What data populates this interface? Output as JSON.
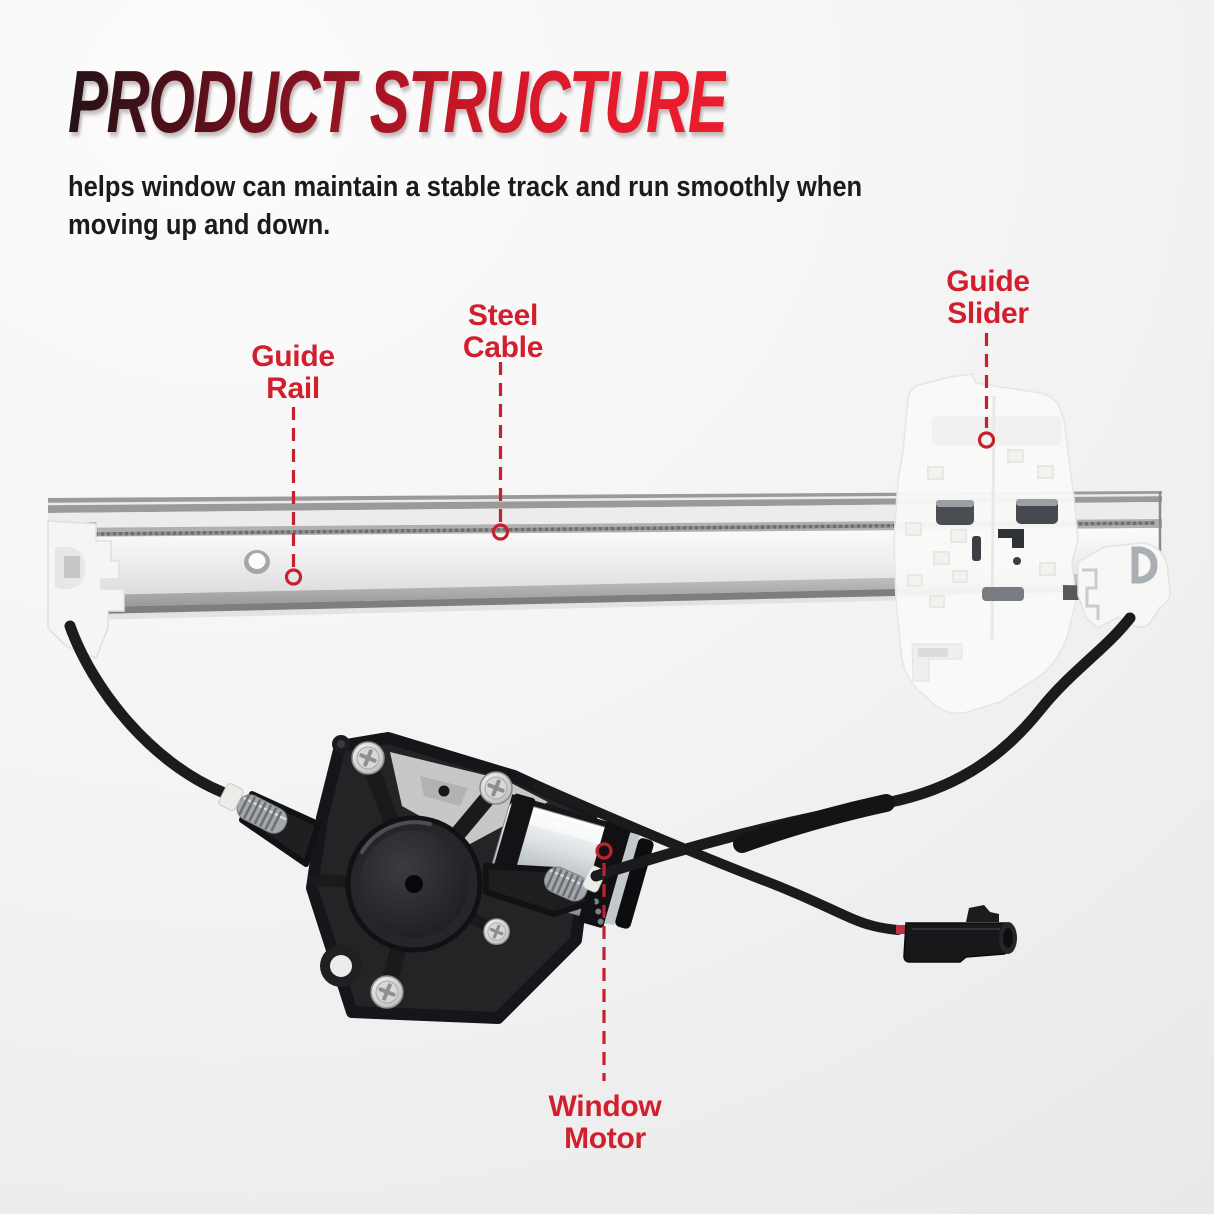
{
  "header": {
    "title": "PRODUCT STRUCTURE",
    "subtitle_line1": "helps window can maintain a stable track and run smoothly when",
    "subtitle_line2": "moving up and down."
  },
  "labels": {
    "guide_rail": {
      "line1": "Guide",
      "line2": "Rail"
    },
    "steel_cable": {
      "line1": "Steel",
      "line2": "Cable"
    },
    "guide_slider": {
      "line1": "Guide",
      "line2": "Slider"
    },
    "window_motor": {
      "line1": "Window",
      "line2": "Motor"
    }
  },
  "colors": {
    "label_red": "#d11f2e",
    "leader_red": "#c4202e",
    "title_gradient_start": "#241317",
    "title_gradient_mid": "#8c1322",
    "title_gradient_end": "#ea1c2d",
    "background_light": "#fcfcfc",
    "background_shade": "#e8e8e9",
    "cable_black": "#1c1c1e",
    "chrome_light": "#f6f8f9",
    "chrome_dark": "#8f959b"
  }
}
